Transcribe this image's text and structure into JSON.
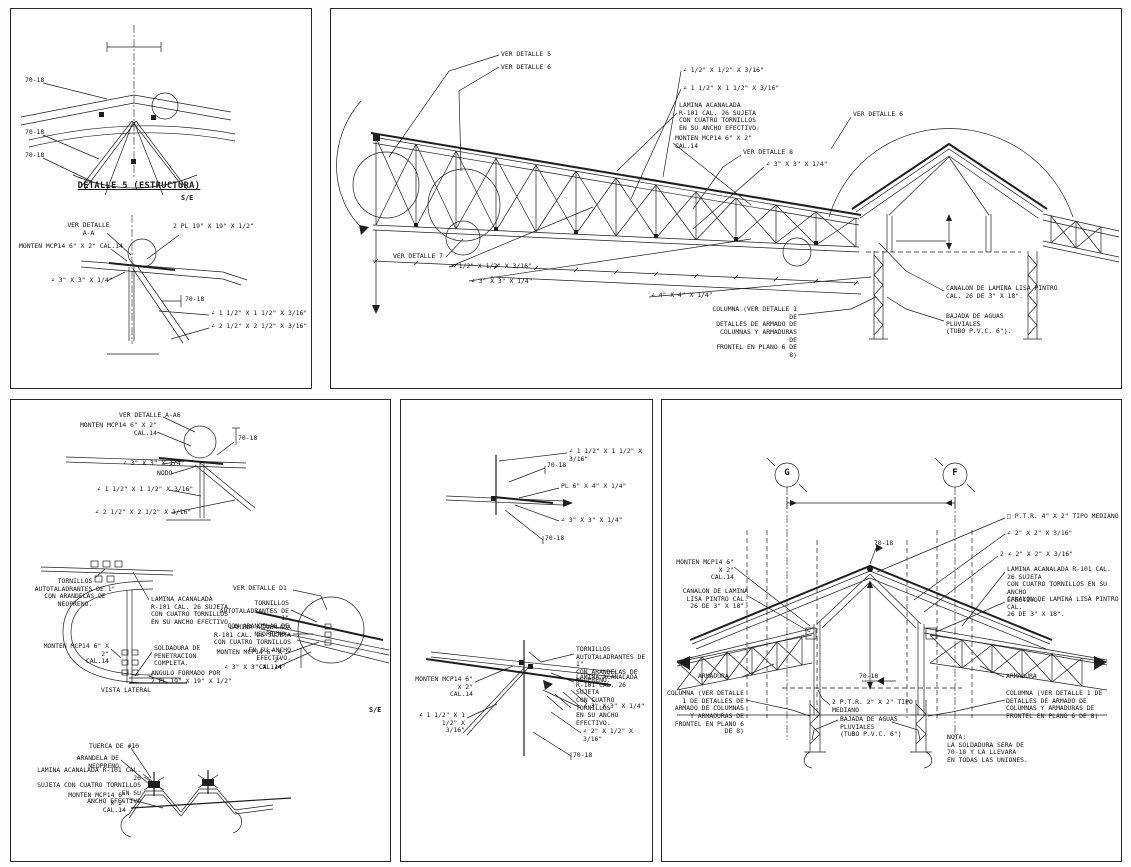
{
  "detalle5": {
    "weld1": "70-18",
    "weld2": "70-18",
    "weld3": "70-18",
    "title": "DETALLE 5 (ESTRUCTURA)",
    "scale": "S/E",
    "ver_aa": "VER DETALLE\nA-A",
    "monten": "MONTEN MCP14 6\" X 2\" CAL.14",
    "plates": "2 PL 19\" X 19\" X 1/2\"",
    "ang3": "∠ 3\" X 3\" X 1/4\"",
    "weld4": "70-18",
    "ang112": "∠ 1 1/2\" X 1 1/2\" X 3/16\"",
    "ang212": "∠ 2 1/2\" X 2 1/2\" X 3/16\""
  },
  "elevacion": {
    "ver5": "VER DETALLE 5",
    "ver6": "VER DETALLE 6",
    "ang12": "∠ 1/2\" X 1/2\" X 3/16\"",
    "ang112": "∠ 1 1/2\" X 1 1/2\" X 3/16\"",
    "lamina": "LAMINA ACANALADA\nR-101 CAL. 26 SUJETA\nCON CUATRO TORNILLOS\nEN SU ANCHO EFECTIVO.",
    "monten": "MONTEN MCP14 6\" X 2\"\nCAL.14",
    "ver6b": "VER DETALLE 6",
    "ver8": "VER DETALLE 8",
    "ang3": "∠ 3\" X 3\" X 1/4\"",
    "ver7": "VER DETALLE 7",
    "ang12b": "∠ 1/2\" X 1/2\" X 3/16\"",
    "ang3b": "∠ 3\" X 3\" X 1/4\"",
    "ang4": "∠ 4\" X 4\" X 1/4\"",
    "columna": "COLUMNA (VER DETALLE 1 DE\nDETALLES DE ARMADO DE\nCOLUMNAS Y ARMADURAS DE\nFRONTEL EN PLANO 6 DE 8)",
    "canalon": "CANALON DE LAMINA LISA PINTRO\nCAL. 26 DE 3\" X 18\".",
    "bajada": "BAJADA DE AGUAS\nPLUVIALES\n(TUBO P.V.C. 6\")."
  },
  "izquierda": {
    "top": {
      "ver": "VER DETALLE A-A6",
      "monten": "MONTEN MCP14 6\" X 2\"\nCAL.14",
      "weld": "70-18",
      "ang3": "∠ 3\" X 3\" X 1/4\"",
      "nodo": "NODO",
      "ang112": "∠ 1 1/2\" X 1 1/2\" X 3/16\"",
      "ang212": "∠ 2 1/2\" X 2 1/2\" X 3/16\""
    },
    "lat": {
      "tornillos": "TORNILLOS\nAUTOTALADRANTES DE 1\"\nCON ARANDELAS DE\nNEOPRENO.",
      "lamina": "LAMINA ACANALADA\nR-101 CAL. 26 SUJETA\nCON CUATRO TORNILLOS\nEN SU ANCHO EFECTIVO.",
      "monten": "MONTEN MCP14 6\" X 2\"\nCAL.14",
      "soldadura": "SOLDADURA DE\nPENETRACION\nCOMPLETA.",
      "angulo": "ANGULO FORMADO POR\n2 PL 19\" X 19\" X 1/2\"",
      "caption": "VISTA LATERAL"
    },
    "d1": {
      "ver": "VER DETALLE D1",
      "tornillos": "TORNILLOS\nAUTOTALADRANTES DE 1\"\nCON ARANDELAS DE\nNEOPRENO.",
      "lamina": "LAMINA ACANALADA\nR-101 CAL. 26 SUJETA\nCON CUATRO TORNILLOS\nEN SU ANCHO EFECTIVO.",
      "monten": "MONTEN MCP14 6\" X 2\"\nCAL.14",
      "ang3": "∠ 3\" X 3\" X 1/4\"",
      "scale": "S/E"
    },
    "fas": {
      "tuerca": "TUERCA DE #10",
      "arandela": "ARANDELA DE\nNEOPRENO",
      "lamina": "LAMINA ACANALADA R-101 CAL. 26\nSUJETA CON CUATRO TORNILLOS EN SU\nANCHO EFECTIVO",
      "monten": "MONTEN MCP14 6\" X 2\"\nCAL.14"
    }
  },
  "centro": {
    "up": {
      "ang112": "∠ 1 1/2\" X 1 1/2\" X 3/16\"",
      "weld1": "70-18",
      "plate": "PL 6\" X 4\" X 1/4\"",
      "ang3": "∠ 3\" X 3\" X 1/4\"",
      "weld2": "70-18"
    },
    "lo": {
      "tornillos": "TORNILLOS\nAUTOTALADRANTES DE 1\"\nCON ARANDELAS DE\nNEOPRENO.",
      "monten": "MONTEN MCP14 6\" X 2\"\nCAL.14",
      "lamina": "LAMINA ACANALADA\nR-101 CAL. 26 SUJETA\nCON CUATRO TORNILLOS\nEN SU ANCHO EFECTIVO.",
      "ang3": "∠ 3\" X 3\" X 1/4\"",
      "ang112": "∠ 1 1/2\" X 1 1/2\" X\n3/16\"",
      "ang2b": "∠ 2\" X 1/2\" X 3/16\"",
      "weld": "70-18"
    }
  },
  "seccion": {
    "grid_g": "G",
    "grid_f": "F",
    "ptr": "□ P.T.R. 4\" X 2\" TIPO MEDIANO",
    "ang2": "∠ 2\" X 2\" X 3/16\"",
    "ang2x2": "2 ∠ 2\" X 2\" X 3/16\"",
    "lamina": "LAMINA ACANALADA R-101 CAL. 26 SUJETA\nCON CUATRO TORNILLOS EN SU ANCHO\nEFECTIVO.",
    "monten": "MONTEN MCP14 6\" X 2\"\nCAL.14",
    "weld_peak": "70-18",
    "canalon_l": "CANALON DE LAMINA\nLISA PINTRO  CAL.\n26 DE 3\" X 18\".",
    "canalon_r": "CANALON DE LAMINA LISA PINTRO  CAL.\n26 DE 3\" X 18\".",
    "armadura_l": "ARMADURA",
    "armadura_r": "ARMADURA",
    "columna_l": "COLUMNA (VER DETALLE\n1 DE DETALLES DE\nARMADO DE COLUMNAS\nY ARMADURAS DE\nFRONTEL EN PLANO 6\nDE 8)",
    "columna_r": "COLUMNA (VER DETALLE 1 DE\nDETALLES DE ARMADO DE\nCOLUMNAS Y ARMADURAS DE\nFRONTEL EN PLANO 6 DE 8)",
    "ptr2": "2 P.T.R. 2\" X 2\" TIPO\nMEDIANO",
    "weld_mid": "70-18",
    "bajada": "BAJADA DE AGUAS\nPLUVIALES\n(TUBO P.V.C. 6\")",
    "nota": "NOTA:\nLA SOLDADURA SERA DE\n70-18 Y LA LLEVARA\nEN TODAS LAS UNIONES."
  }
}
